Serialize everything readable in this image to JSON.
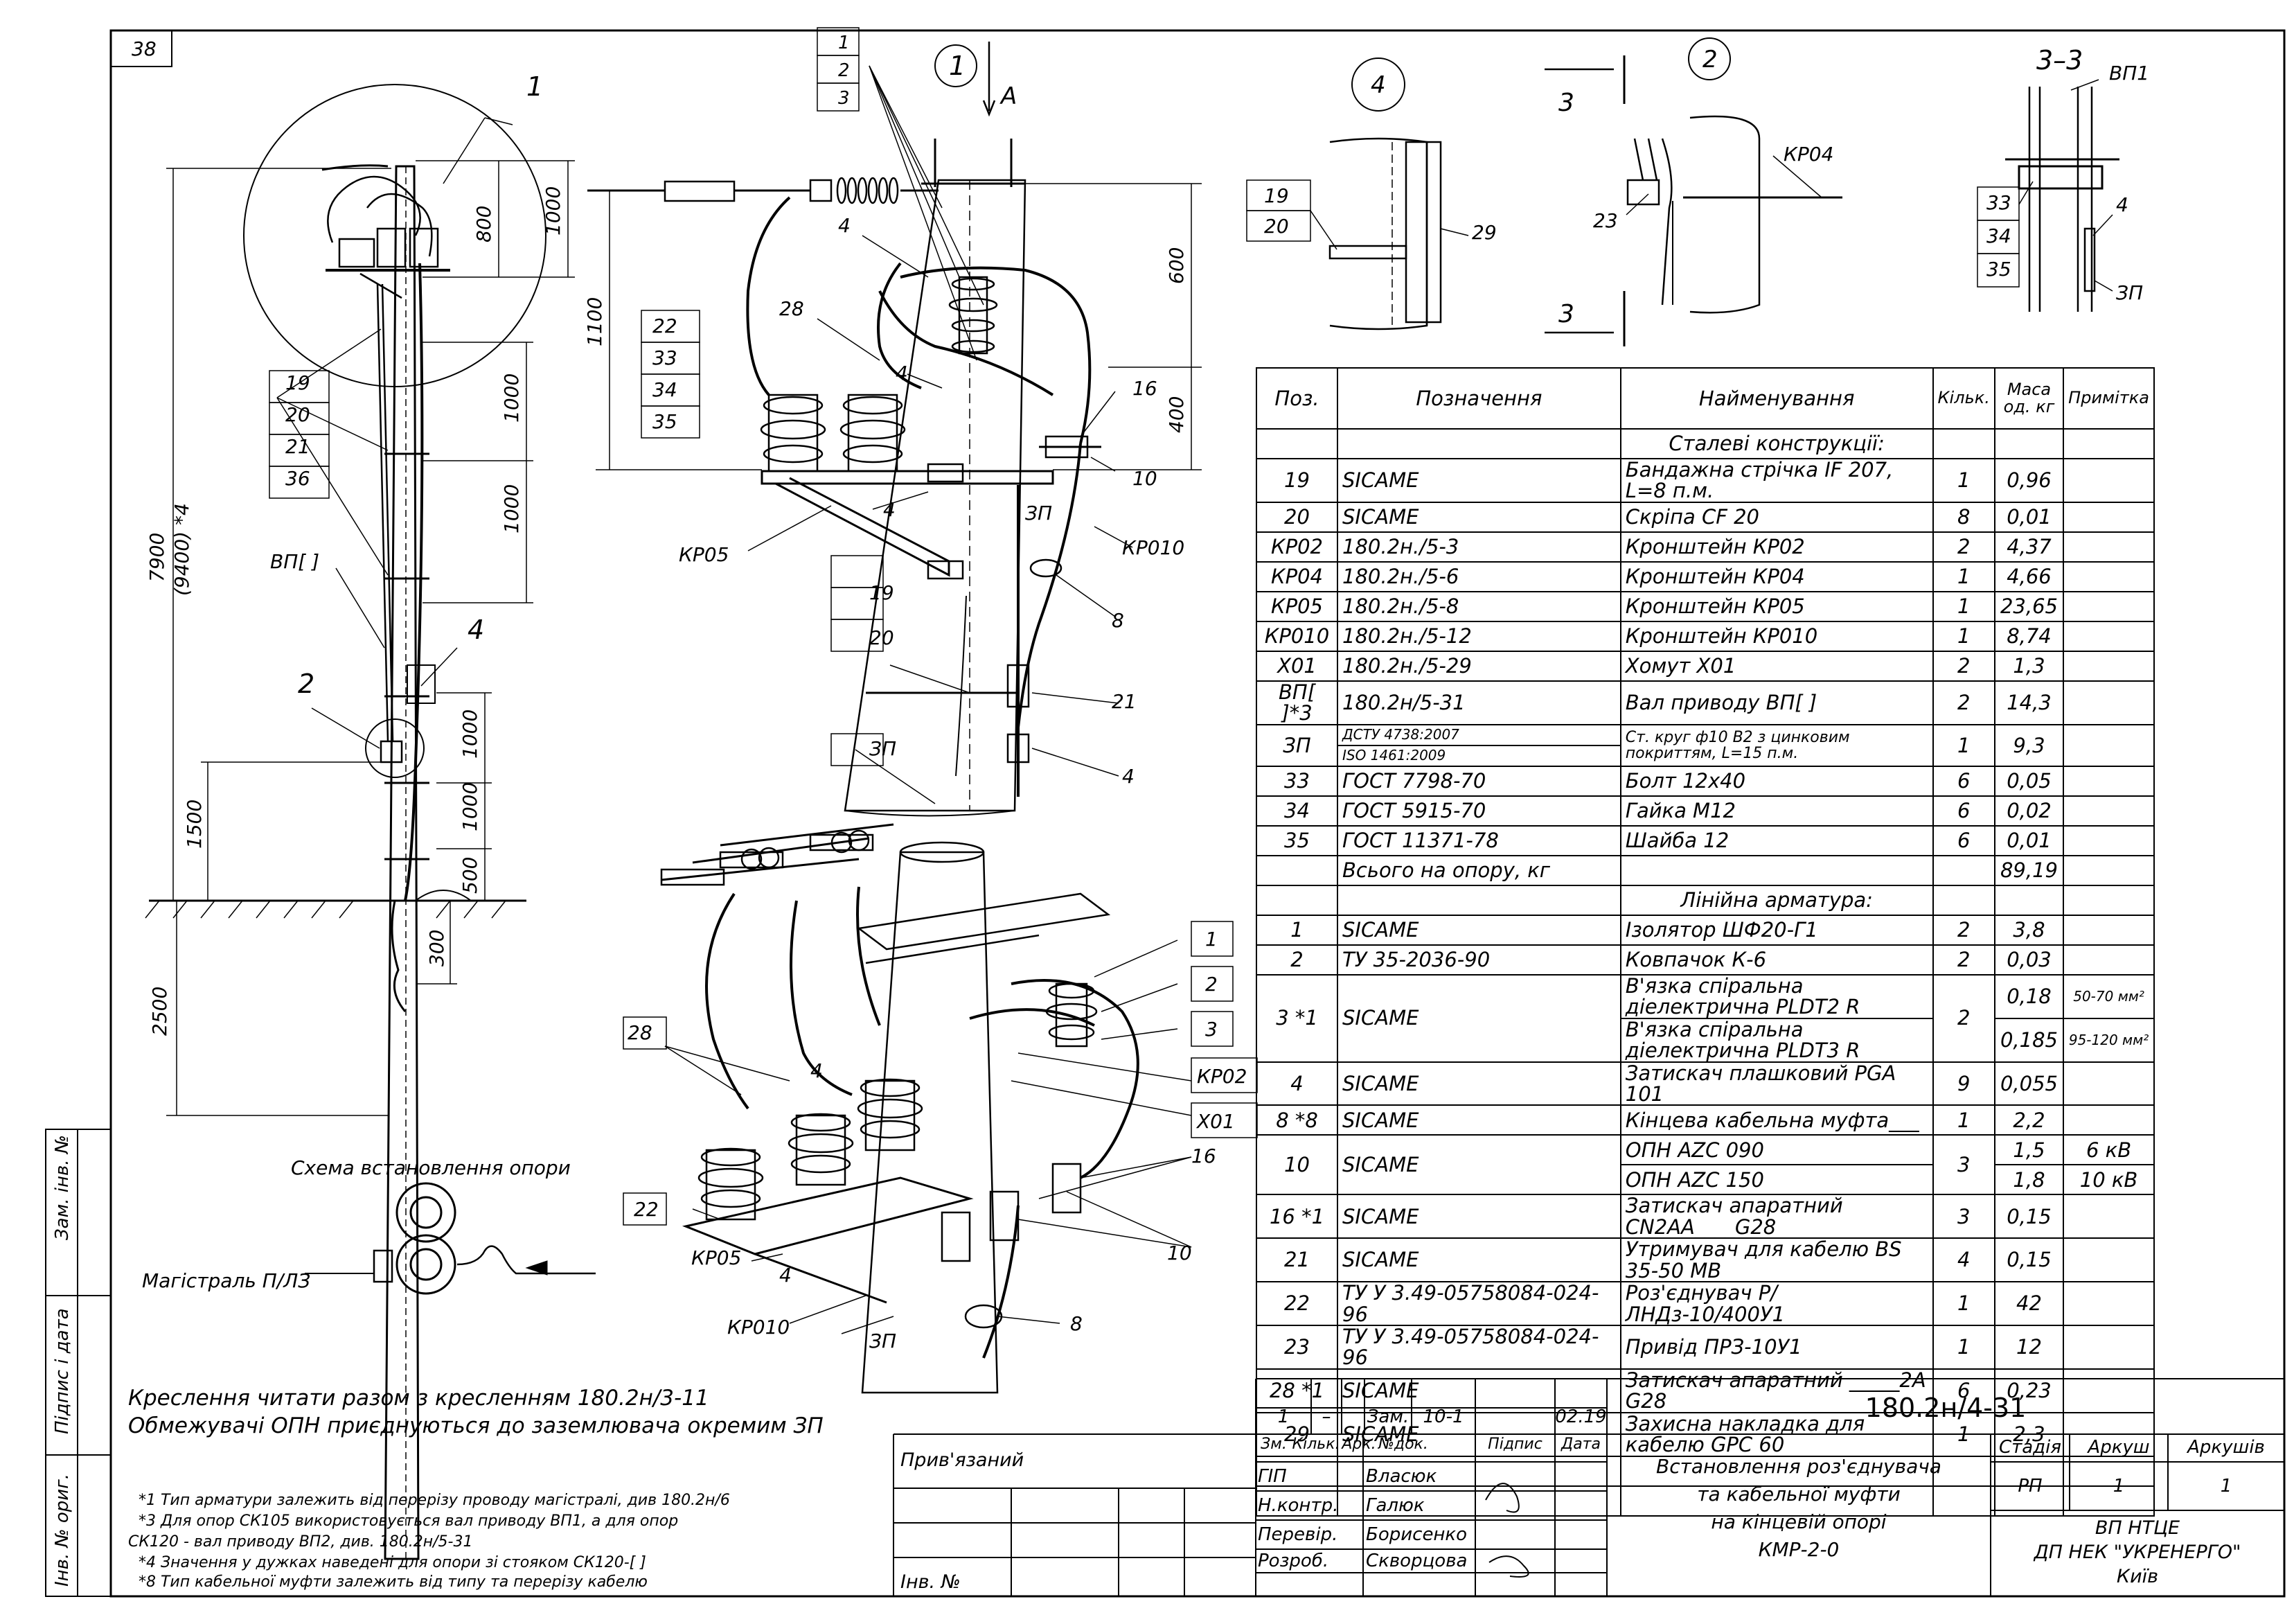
{
  "sheet_number": "38",
  "views": {
    "v1": "1",
    "v2": "2",
    "v4": "4",
    "v33": "3–3",
    "arrow_a": "А",
    "cut": "3"
  },
  "dims": {
    "d1000a": "1000",
    "d800": "800",
    "d1000b": "1000",
    "d1000c": "1000",
    "d7900": "7900",
    "d9400": "(9400) *4",
    "d1000d": "1000",
    "d1000e": "1000",
    "d500": "500",
    "d1500": "1500",
    "d300": "300",
    "d2500": "2500",
    "d1100": "1100",
    "d600": "600",
    "d400": "400"
  },
  "callouts": {
    "c1": "1",
    "c2": "2",
    "c3": "3",
    "c4": "4",
    "c19": "19",
    "c20": "20",
    "c21": "21",
    "c36": "36",
    "c22": "22",
    "c33": "33",
    "c34": "34",
    "c35": "35",
    "c28": "28",
    "c16": "16",
    "c10": "10",
    "c8": "8",
    "c29": "29",
    "c23": "23",
    "vp": "ВП[ ]",
    "kr05": "КР05",
    "kr010": "КР010",
    "kr04": "КР04",
    "kr02": "КР02",
    "x01": "Х01",
    "zp": "ЗП",
    "vp1": "ВП1"
  },
  "scheme": {
    "title": "Схема встановлення опори",
    "line_label": "Магістраль П/ЛЗ"
  },
  "notes": {
    "main1": "Креслення читати разом з кресленням 180.2н/3-11",
    "main2": "Обмежувачі ОПН приєднуються до заземлювача окремим ЗП",
    "f1": "*1 Тип арматури залежить від перерізу проводу магістралі, див 180.2н/6",
    "f2a": "*3 Для опор СК105 використовується вал приводу ВП1, а для опор",
    "f2b": "СК120 - вал приводу ВП2, див. 180.2н/5-31",
    "f3": "*4 Значення у дужках наведені для опори зі стояком СК120-[ ]",
    "f4": "*8 Тип кабельної муфти залежить від типу та перерізу кабелю"
  },
  "spec_table": {
    "headers": [
      "Поз.",
      "Позначення",
      "Найменування",
      "Кільк.",
      "Маса од. кг",
      "Примітка"
    ],
    "section1": "Сталеві конструкції:",
    "rows1": [
      [
        "19",
        "SICAME",
        "Бандажна стрічка IF 207, L=8 п.м.",
        "1",
        "0,96",
        ""
      ],
      [
        "20",
        "SICAME",
        "Скріпа CF 20",
        "8",
        "0,01",
        ""
      ],
      [
        "КР02",
        "180.2н./5-3",
        "Кронштейн КР02",
        "2",
        "4,37",
        ""
      ],
      [
        "КР04",
        "180.2н./5-6",
        "Кронштейн КР04",
        "1",
        "4,66",
        ""
      ],
      [
        "КР05",
        "180.2н./5-8",
        "Кронштейн КР05",
        "1",
        "23,65",
        ""
      ],
      [
        "КР010",
        "180.2н./5-12",
        "Кронштейн КР010",
        "1",
        "8,74",
        ""
      ],
      [
        "Х01",
        "180.2н./5-29",
        "Хомут Х01",
        "2",
        "1,3",
        ""
      ],
      [
        "ВП[ ]*3",
        "180.2н/5-31",
        "Вал приводу ВП[ ]",
        "2",
        "14,3",
        ""
      ]
    ],
    "zp_row": {
      "pos": "ЗП",
      "des1": "ДСТУ 4738:2007",
      "des2": "ISO 1461:2009",
      "name": "Ст. круг ф10 В2 з цинковим покриттям, L=15 п.м.",
      "qty": "1",
      "mass": "9,3"
    },
    "rows2": [
      [
        "33",
        "ГОСТ 7798-70",
        "Болт 12х40",
        "6",
        "0,05",
        ""
      ],
      [
        "34",
        "ГОСТ 5915-70",
        "Гайка М12",
        "6",
        "0,02",
        ""
      ],
      [
        "35",
        "ГОСТ 11371-78",
        "Шайба 12",
        "6",
        "0,01",
        ""
      ],
      [
        "",
        "Всього на опору, кг",
        "",
        "",
        "89,19",
        ""
      ]
    ],
    "section2": "Лінійна арматура:",
    "rows3": [
      [
        "1",
        "SICAME",
        "Ізолятор ШФ20-Г1",
        "2",
        "3,8",
        ""
      ],
      [
        "2",
        "ТУ 35-2036-90",
        "Ковпачок К-6",
        "2",
        "0,03",
        ""
      ]
    ],
    "row_3": {
      "pos": "3 *1",
      "des": "SICAME",
      "qty": "2",
      "a_name": "В'язка спіральна діелектрична PLDT2 R",
      "a_mass": "0,18",
      "a_note": "50-70 мм²",
      "b_name": "В'язка спіральна діелектрична PLDT3 R",
      "b_mass": "0,185",
      "b_note": "95-120 мм²"
    },
    "rows4": [
      [
        "4",
        "SICAME",
        "Затискач плашковий PGA 101",
        "9",
        "0,055",
        ""
      ],
      [
        "8 *8",
        "SICAME",
        "Кінцева кабельна муфта___",
        "1",
        "2,2",
        ""
      ]
    ],
    "row_10": {
      "pos": "10",
      "des": "SICAME",
      "qty": "3",
      "a_name": "ОПН AZC 090",
      "a_mass": "1,5",
      "a_note": "6 кВ",
      "b_name": "ОПН AZC 150",
      "b_mass": "1,8",
      "b_note": "10 кВ"
    },
    "rows5": [
      [
        "16 *1",
        "SICAME",
        "Затискач апаратний CN2AA____G28",
        "3",
        "0,15",
        ""
      ],
      [
        "21",
        "SICAME",
        "Утримувач для кабелю BS 35-50 MB",
        "4",
        "0,15",
        ""
      ],
      [
        "22",
        "ТУ У 3.49-05758084-024-96",
        "Роз'єднувач Р/ЛНДз-10/400У1",
        "1",
        "42",
        ""
      ],
      [
        "23",
        "ТУ У 3.49-05758084-024-96",
        "Привід ПРЗ-10У1",
        "1",
        "12",
        ""
      ],
      [
        "28 *1",
        "SICAME",
        "Затискач апаратний _____2А G28",
        "6",
        "0,23",
        ""
      ],
      [
        "29",
        "SICAME",
        "Захисна накладка для кабелю GPC 60",
        "1",
        "2,3",
        ""
      ]
    ]
  },
  "title_block": {
    "code": "180.2н/4-31",
    "rev": {
      "c1": "1",
      "c2": "–",
      "c3": "Зам.",
      "c4": "10-1",
      "c5": "",
      "c6": "02.19"
    },
    "rev_heads": [
      "Зм.",
      "Кільк.",
      "Арк.",
      "№док.",
      "Підпис",
      "Дата"
    ],
    "roles": [
      {
        "role": "ГІП",
        "name": "Власюк"
      },
      {
        "role": "Н.контр.",
        "name": "Галюк"
      },
      {
        "role": "Перевір.",
        "name": "Борисенко"
      },
      {
        "role": "Розроб.",
        "name": "Скворцова"
      }
    ],
    "title1": "Встановлення роз'єднувача",
    "title2": "та кабельної муфти",
    "title3": "на кінцевій опорі",
    "title4": "КМР-2-0",
    "stage_h": "Стадія",
    "sheet_h": "Аркуш",
    "sheets_h": "Аркушів",
    "stage": "РП",
    "sheet": "1",
    "sheets": "1",
    "org1": "ВП НТЦЕ",
    "org2": "ДП НЕК \"УКРЕНЕРГО\"",
    "org3": "Київ",
    "privyaz": "Прив'язаний",
    "inv": "Інв. №"
  },
  "side_stamps": {
    "zam": "Зам. інв. №",
    "pidpys": "Підпис і дата",
    "inv": "Інв. № ориг."
  }
}
